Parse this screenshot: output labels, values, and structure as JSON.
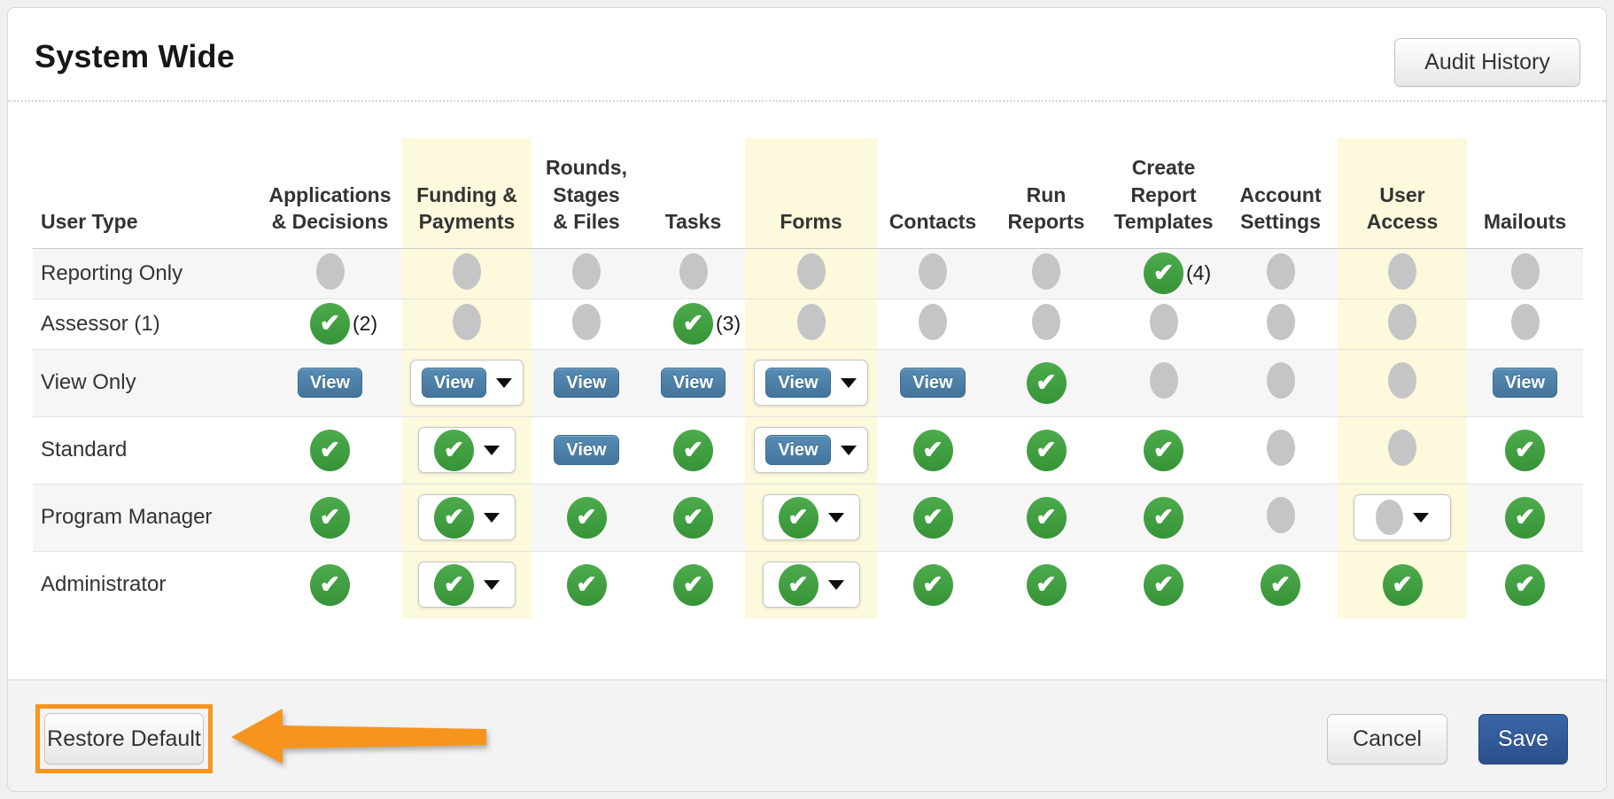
{
  "page": {
    "title": "System Wide"
  },
  "header": {
    "audit_button": "Audit History"
  },
  "table": {
    "view_label": "View",
    "columns": [
      {
        "key": "user-type",
        "label": "User Type",
        "highlight": false
      },
      {
        "key": "applications-decisions",
        "label": "Applications\n& Decisions",
        "highlight": false
      },
      {
        "key": "funding-payments",
        "label": "Funding &\nPayments",
        "highlight": true
      },
      {
        "key": "rounds-stages-files",
        "label": "Rounds,\nStages\n& Files",
        "highlight": false
      },
      {
        "key": "tasks",
        "label": "Tasks",
        "highlight": false
      },
      {
        "key": "forms",
        "label": "Forms",
        "highlight": true
      },
      {
        "key": "contacts",
        "label": "Contacts",
        "highlight": false
      },
      {
        "key": "run-reports",
        "label": "Run\nReports",
        "highlight": false
      },
      {
        "key": "create-report-templates",
        "label": "Create\nReport\nTemplates",
        "highlight": false
      },
      {
        "key": "account-settings",
        "label": "Account\nSettings",
        "highlight": false
      },
      {
        "key": "user-access",
        "label": "User\nAccess",
        "highlight": true
      },
      {
        "key": "mailouts",
        "label": "Mailouts",
        "highlight": false
      }
    ],
    "rows": [
      {
        "label": "Reporting Only",
        "cells": [
          {
            "type": "blocked"
          },
          {
            "type": "blocked"
          },
          {
            "type": "blocked"
          },
          {
            "type": "blocked"
          },
          {
            "type": "blocked"
          },
          {
            "type": "blocked"
          },
          {
            "type": "blocked"
          },
          {
            "type": "allowed",
            "count": "(4)"
          },
          {
            "type": "blocked"
          },
          {
            "type": "blocked"
          },
          {
            "type": "blocked"
          }
        ]
      },
      {
        "label": "Assessor (1)",
        "cells": [
          {
            "type": "allowed",
            "count": "(2)"
          },
          {
            "type": "blocked"
          },
          {
            "type": "blocked"
          },
          {
            "type": "allowed",
            "count": "(3)"
          },
          {
            "type": "blocked"
          },
          {
            "type": "blocked"
          },
          {
            "type": "blocked"
          },
          {
            "type": "blocked"
          },
          {
            "type": "blocked"
          },
          {
            "type": "blocked"
          },
          {
            "type": "blocked"
          }
        ]
      },
      {
        "label": "View Only",
        "cells": [
          {
            "type": "view"
          },
          {
            "type": "dd-view"
          },
          {
            "type": "view"
          },
          {
            "type": "view"
          },
          {
            "type": "dd-view"
          },
          {
            "type": "view"
          },
          {
            "type": "allowed"
          },
          {
            "type": "blocked"
          },
          {
            "type": "blocked"
          },
          {
            "type": "blocked"
          },
          {
            "type": "view"
          }
        ]
      },
      {
        "label": "Standard",
        "cells": [
          {
            "type": "allowed"
          },
          {
            "type": "dd-allowed"
          },
          {
            "type": "view"
          },
          {
            "type": "allowed"
          },
          {
            "type": "dd-view"
          },
          {
            "type": "allowed"
          },
          {
            "type": "allowed"
          },
          {
            "type": "allowed"
          },
          {
            "type": "blocked"
          },
          {
            "type": "blocked"
          },
          {
            "type": "allowed"
          }
        ]
      },
      {
        "label": "Program Manager",
        "cells": [
          {
            "type": "allowed"
          },
          {
            "type": "dd-allowed"
          },
          {
            "type": "allowed"
          },
          {
            "type": "allowed"
          },
          {
            "type": "dd-allowed"
          },
          {
            "type": "allowed"
          },
          {
            "type": "allowed"
          },
          {
            "type": "allowed"
          },
          {
            "type": "blocked"
          },
          {
            "type": "dd-blocked"
          },
          {
            "type": "allowed"
          }
        ]
      },
      {
        "label": "Administrator",
        "cells": [
          {
            "type": "allowed"
          },
          {
            "type": "dd-allowed"
          },
          {
            "type": "allowed"
          },
          {
            "type": "allowed"
          },
          {
            "type": "dd-allowed"
          },
          {
            "type": "allowed"
          },
          {
            "type": "allowed"
          },
          {
            "type": "allowed"
          },
          {
            "type": "allowed"
          },
          {
            "type": "allowed"
          },
          {
            "type": "allowed"
          }
        ]
      }
    ]
  },
  "footer": {
    "restore_button": "Restore Default",
    "cancel_button": "Cancel",
    "save_button": "Save"
  },
  "colors": {
    "annotation_orange": "#F7941E",
    "allowed_green": "#3FA23F",
    "view_blue": "#4A7EA8",
    "highlight_yellow": "#FCF9DC",
    "blocked_gray": "#C5C5C5",
    "save_blue": "#2F5894"
  }
}
